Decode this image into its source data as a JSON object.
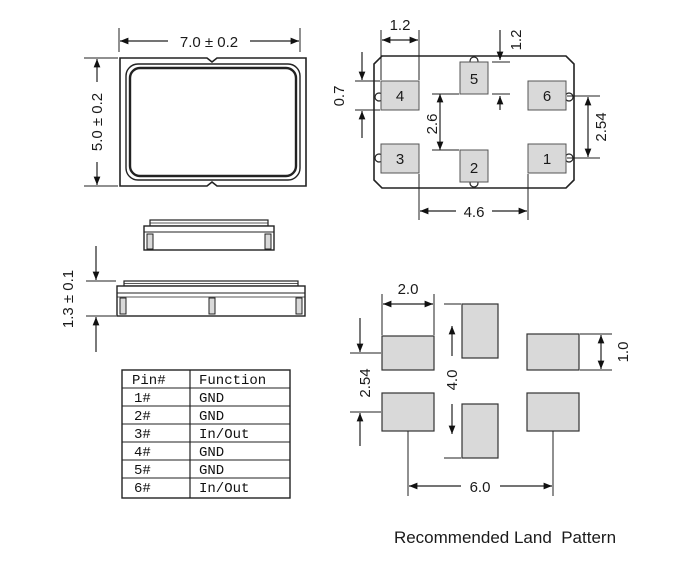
{
  "dimensions": {
    "top_width": "7.0 ± 0.2",
    "top_height": "5.0 ± 0.2",
    "side_thickness": "1.3 ± 0.1",
    "pad_width": "1.2",
    "pad_height_top": "1.2",
    "pad_height_left": "0.7",
    "pad_spacing_v": "2.6",
    "pad_pitch_right": "2.54",
    "pad_span": "4.6"
  },
  "pads": [
    "1",
    "2",
    "3",
    "4",
    "5",
    "6"
  ],
  "pin_table": {
    "headers": [
      "Pin#",
      "Function"
    ],
    "rows": [
      [
        "1#",
        "GND"
      ],
      [
        "2#",
        "GND"
      ],
      [
        "3#",
        "In/Out"
      ],
      [
        "4#",
        "GND"
      ],
      [
        "5#",
        "GND"
      ],
      [
        "6#",
        "In/Out"
      ]
    ]
  },
  "land_pattern": {
    "pad_width": "2.0",
    "pad_height": "1.0",
    "vertical_gap": "4.0",
    "row_pitch": "2.54",
    "span": "6.0",
    "caption": "Recommended Land  Pattern"
  }
}
